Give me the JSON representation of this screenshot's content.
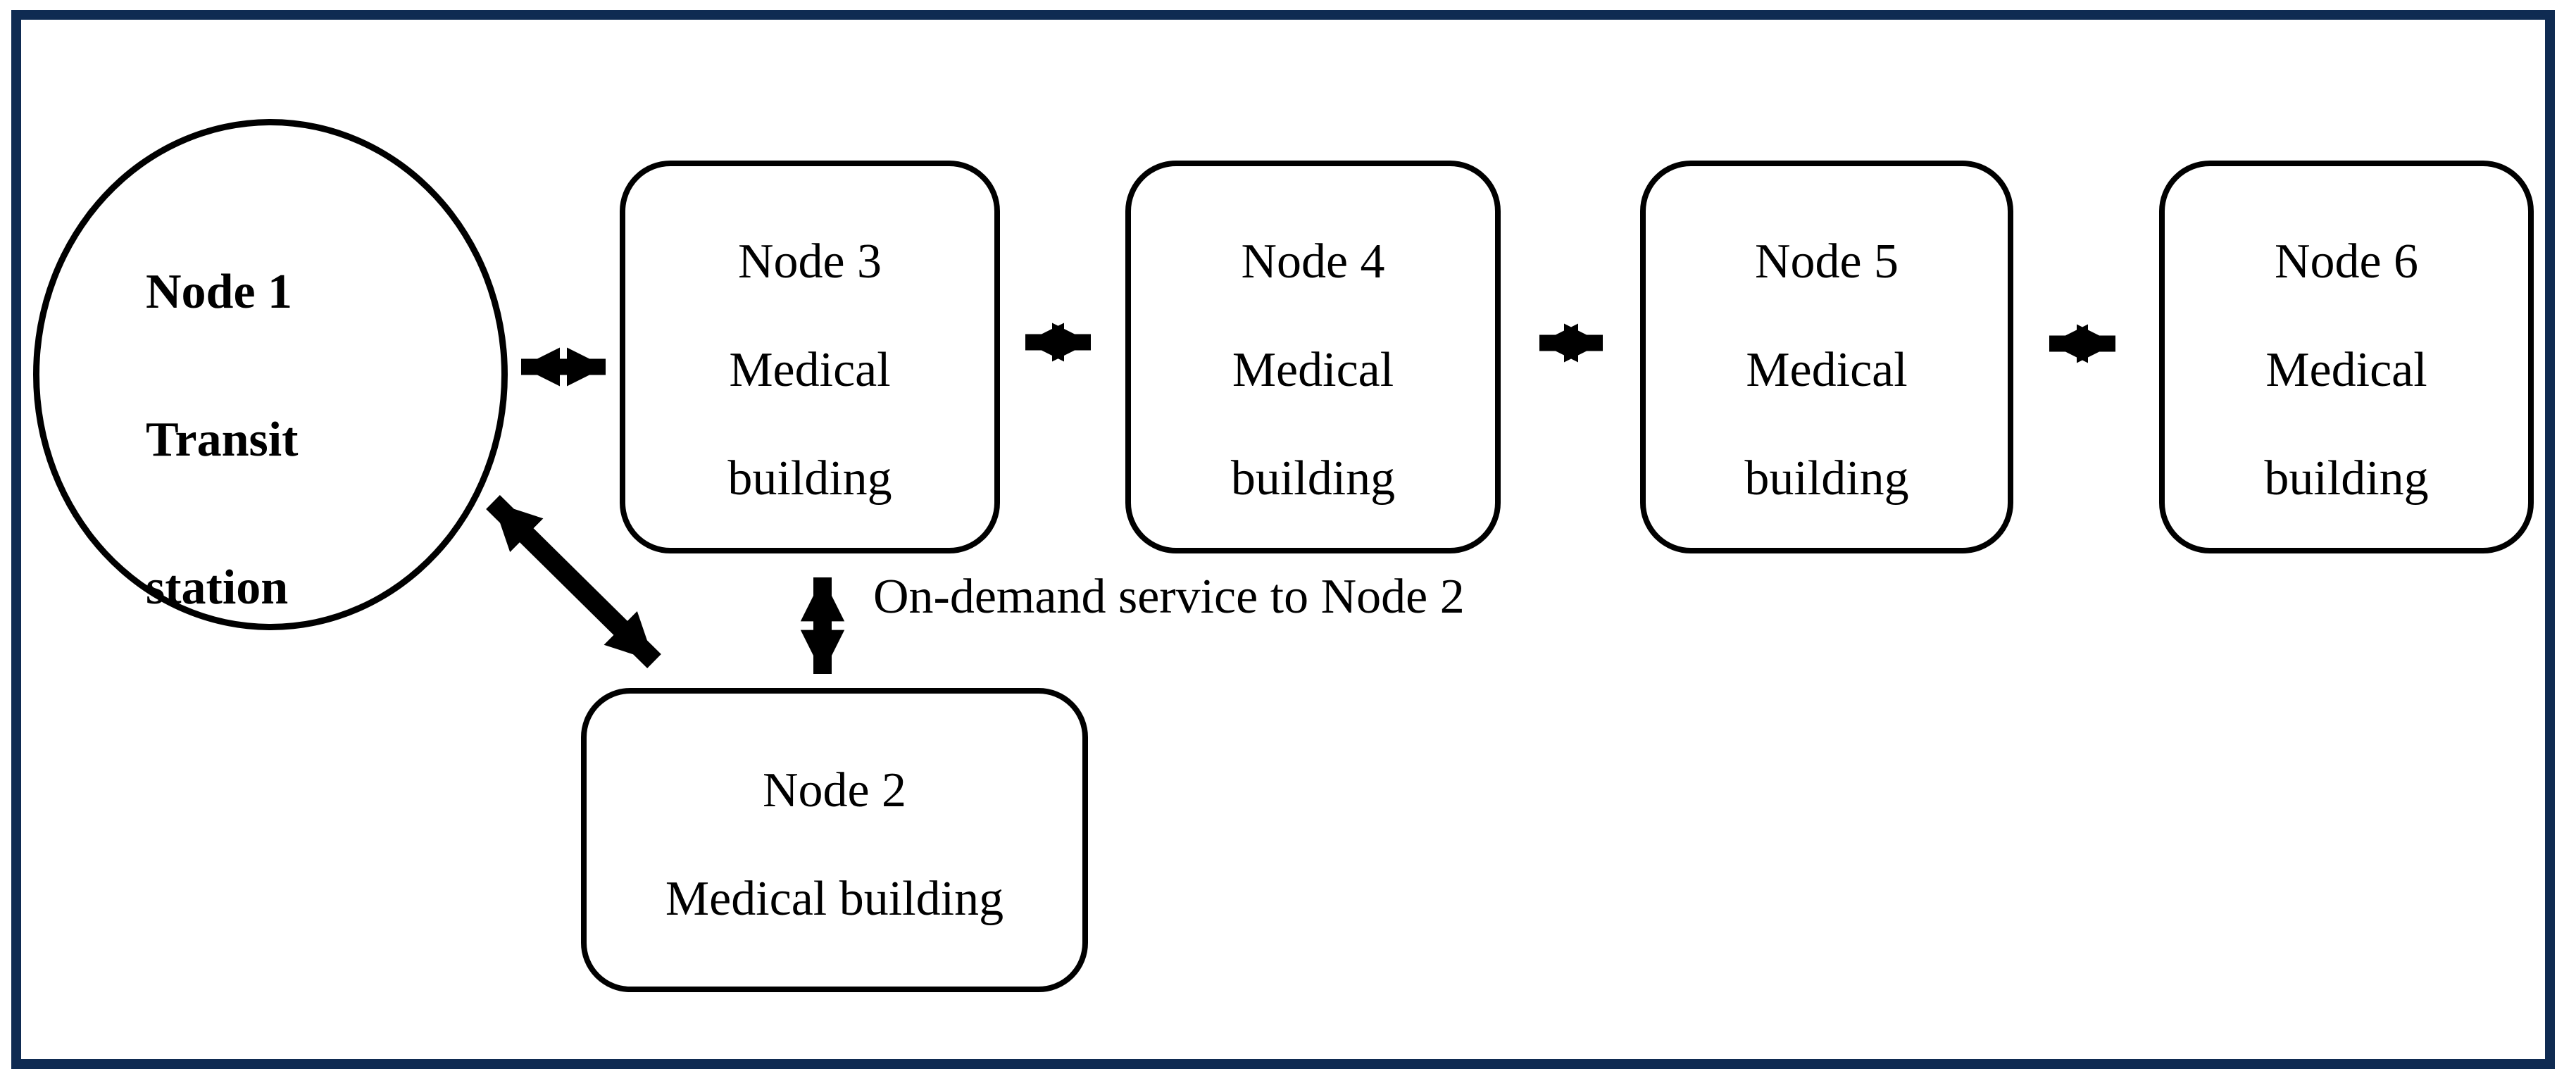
{
  "colors": {
    "frame": "#0f2b52",
    "ink": "#000000",
    "background": "#ffffff"
  },
  "nodes": {
    "node1": {
      "shape": "ellipse",
      "lines": [
        "Node 1",
        "Transit",
        "station"
      ]
    },
    "node2": {
      "shape": "rounded-box",
      "lines": [
        "Node 2",
        "Medical building"
      ]
    },
    "node3": {
      "shape": "rounded-box",
      "lines": [
        "Node 3",
        "Medical",
        "building"
      ]
    },
    "node4": {
      "shape": "rounded-box",
      "lines": [
        "Node 4",
        "Medical",
        "building"
      ]
    },
    "node5": {
      "shape": "rounded-box",
      "lines": [
        "Node 5",
        "Medical",
        "building"
      ]
    },
    "node6": {
      "shape": "rounded-box",
      "lines": [
        "Node 6",
        "Medical",
        "building"
      ]
    }
  },
  "edges": [
    {
      "from": "Node 1",
      "to": "Node 3",
      "type": "bidirectional"
    },
    {
      "from": "Node 3",
      "to": "Node 4",
      "type": "bidirectional"
    },
    {
      "from": "Node 4",
      "to": "Node 5",
      "type": "bidirectional"
    },
    {
      "from": "Node 5",
      "to": "Node 6",
      "type": "bidirectional"
    },
    {
      "from": "Node 3",
      "to": "Node 2",
      "type": "bidirectional",
      "label": "On-demand service to Node 2"
    },
    {
      "from": "Node 1",
      "to": "Node 2",
      "type": "bidirectional"
    }
  ]
}
